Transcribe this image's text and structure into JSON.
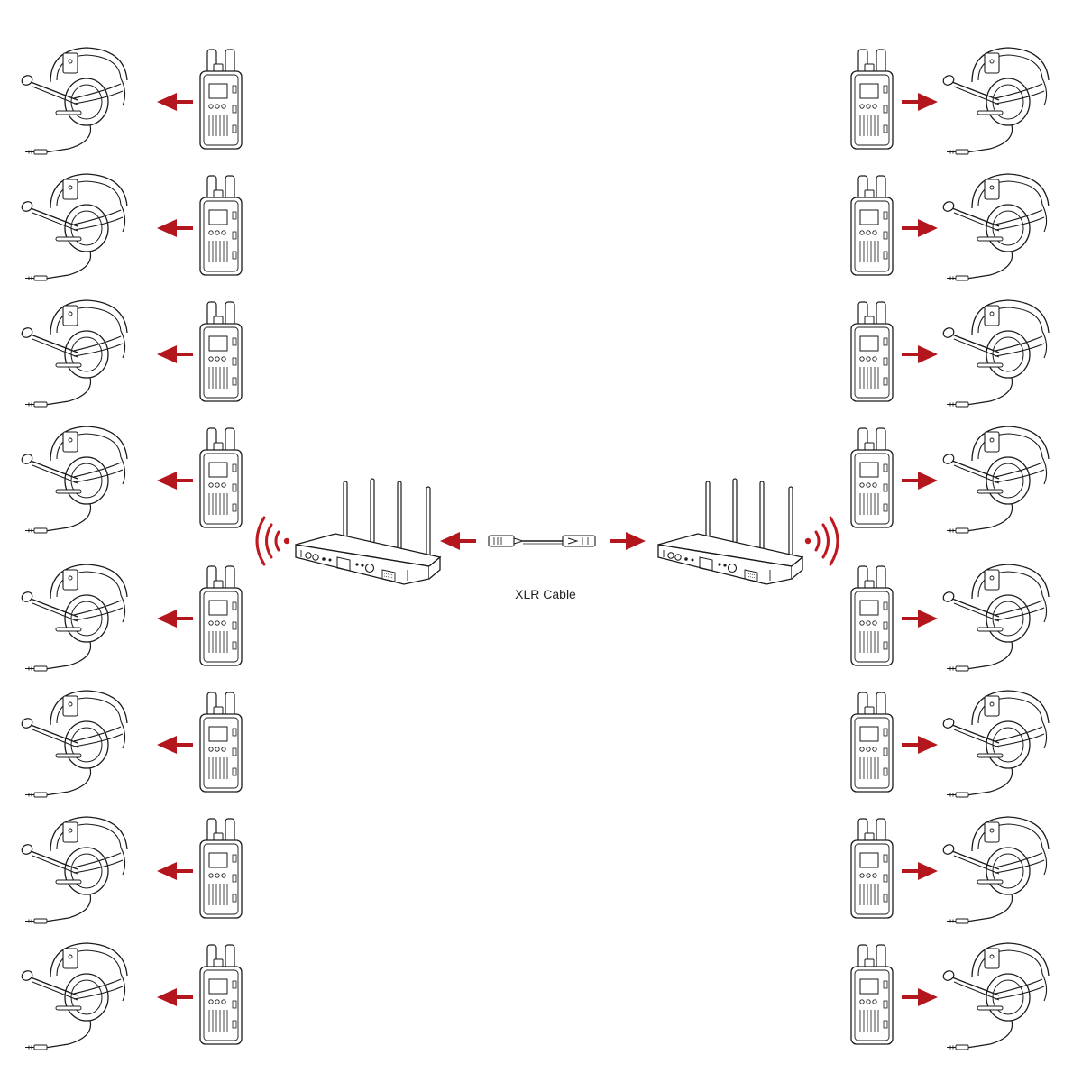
{
  "cable": {
    "label": "XLR Cable"
  },
  "colors": {
    "line": "#1a1a1a",
    "arrow": "#b3161d",
    "signal": "#c0181f",
    "fill": "#ffffff"
  },
  "icons": [
    "headset-icon",
    "beltpack-icon",
    "base-station-icon",
    "xlr-cable-icon",
    "wireless-signal-icon",
    "arrow-icon"
  ],
  "groups": [
    {
      "name": "left",
      "beltpacks": 8,
      "headsets": 8,
      "flow": "outward"
    },
    {
      "name": "right",
      "beltpacks": 8,
      "headsets": 8,
      "flow": "outward"
    }
  ]
}
